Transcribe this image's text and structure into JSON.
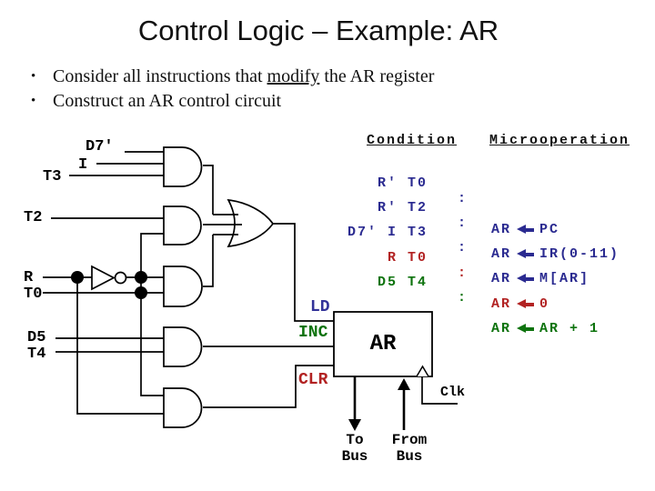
{
  "title": "Control Logic – Example: AR",
  "bullet_char": "•",
  "bullets": [
    {
      "pre": "Consider all instructions that ",
      "underline": "modify",
      "post": " the AR register"
    },
    {
      "pre": "Construct an AR control circuit",
      "underline": "",
      "post": ""
    }
  ],
  "circuit": {
    "input_labels": {
      "d7": "D7'",
      "i": "I",
      "t3": "T3",
      "t2": "T2",
      "r": "R",
      "t0": "T0",
      "d5": "D5",
      "t4": "T4"
    },
    "control_labels": {
      "ld": "LD",
      "inc": "INC",
      "clr": "CLR"
    },
    "register": "AR",
    "clk": "Clk",
    "to_bus_line1": "To",
    "to_bus_line2": "Bus",
    "from_bus_line1": "From",
    "from_bus_line2": "Bus"
  },
  "table": {
    "header_condition": "Condition",
    "header_microoperation": "Microoperation",
    "rows": [
      {
        "condition": "R' T0",
        "colon": ":",
        "dest": "AR",
        "source": "PC",
        "color": "#2a2a90"
      },
      {
        "condition": "R' T2",
        "colon": ":",
        "dest": "AR",
        "source": "IR(0-11)",
        "color": "#2a2a90"
      },
      {
        "condition": "D7' I T3",
        "colon": ":",
        "dest": "AR",
        "source": "M[AR]",
        "color": "#2a2a90"
      },
      {
        "condition": "R T0",
        "colon": ":",
        "dest": "AR",
        "source": "0",
        "color": "#b22222"
      },
      {
        "condition": "D5 T4",
        "colon": ":",
        "dest": "AR",
        "source": "AR + 1",
        "color": "#0d730d"
      }
    ]
  },
  "colors": {
    "condition_blue": "#2a2a90",
    "condition_red": "#b22222",
    "condition_green": "#0d730d",
    "ld_blue": "#333399",
    "inc_green": "#0d730d",
    "clr_red": "#b22222",
    "line_black": "#000000"
  }
}
